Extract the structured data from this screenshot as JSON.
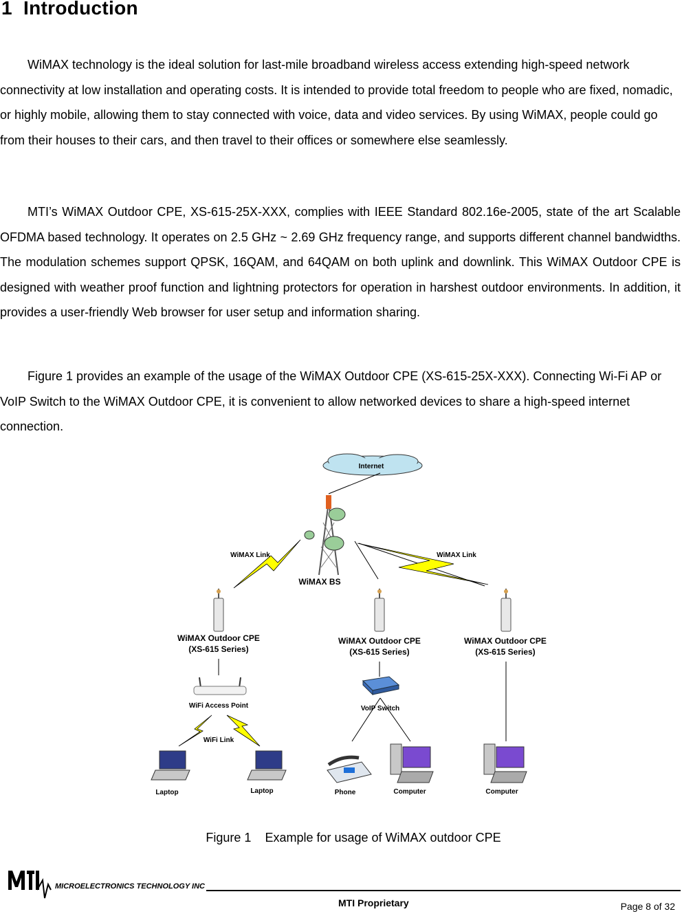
{
  "section": {
    "number": "1",
    "title": "Introduction"
  },
  "paragraphs": [
    "WiMAX technology is the ideal solution for last-mile broadband wireless access extending high-speed network connectivity at low installation and operating costs. It is intended to provide total freedom to people who are fixed, nomadic, or highly mobile, allowing them to stay connected with voice, data and video services. By using WiMAX, people could go from their houses to their cars, and then travel to their offices or somewhere else seamlessly.",
    "MTI’s WiMAX Outdoor CPE, XS-615-25X-XXX, complies with IEEE Standard 802.16e-2005, state of the art Scalable OFDMA based technology. It operates on 2.5 GHz ~ 2.69 GHz frequency range, and supports different channel bandwidths. The modulation schemes support QPSK, 16QAM, and 64QAM on both uplink and downlink. This WiMAX Outdoor CPE is designed with weather proof function and lightning protectors for operation in harshest outdoor environments. In addition, it provides a user-friendly Web browser for user setup and information sharing.",
    "Figure 1 provides an example of the usage of the WiMAX Outdoor CPE (XS-615-25X-XXX). Connecting Wi-Fi AP or VoIP Switch to the WiMAX Outdoor CPE, it is convenient to allow networked devices to share a high-speed internet connection."
  ],
  "figure": {
    "internet": "Internet",
    "bs": "WiMAX BS",
    "link_left": "WiMAX Link",
    "link_right": "WiMAX Link",
    "cpe_name": "WiMAX Outdoor CPE",
    "cpe_series": "(XS-615 Series)",
    "wifi_ap": "WiFi Access Point",
    "wifi_link": "WiFi Link",
    "voip": "VoIP Switch",
    "laptop": "Laptop",
    "phone": "Phone",
    "computer": "Computer",
    "caption": "Figure 1    Example for usage of WiMAX outdoor CPE"
  },
  "footer": {
    "company": "MICROELECTRONICS TECHNOLOGY INC.",
    "proprietary": "MTI Proprietary",
    "page": "Page 8 of 32"
  }
}
